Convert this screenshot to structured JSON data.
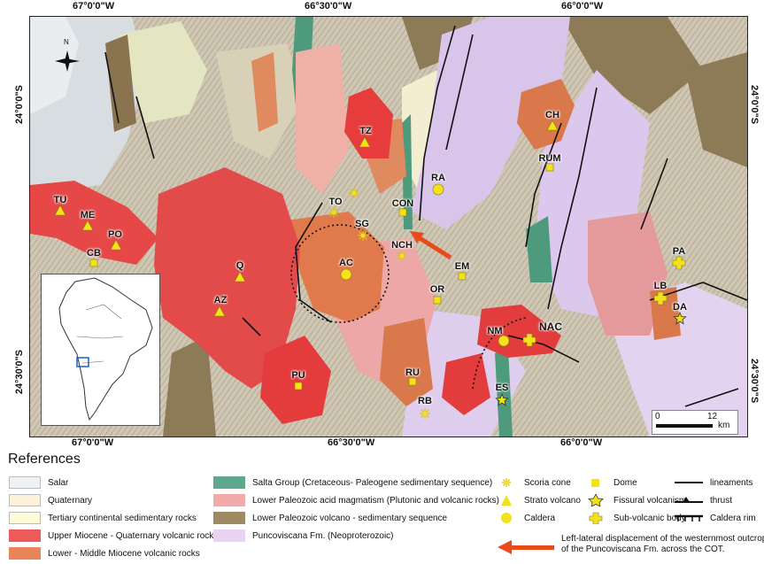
{
  "coords": {
    "top": [
      "67°0'0\"W",
      "66°30'0\"W",
      "66°0'0\"W"
    ],
    "bottom": [
      "67°0'0\"W",
      "66°30'0\"W",
      "66°0'0\"W"
    ],
    "left": [
      "24°0'0\"S",
      "24°30'0\"S"
    ],
    "right": [
      "24°0'0\"S",
      "24°30'0\"S"
    ]
  },
  "map": {
    "north_label": "N",
    "labels": {
      "TU": "TU",
      "ME": "ME",
      "PO": "PO",
      "CB": "CB",
      "Q": "Q",
      "AZ": "AZ",
      "TZ": "TZ",
      "TO": "TO",
      "SG": "SG",
      "CON": "CON",
      "NCH": "NCH",
      "AC": "AC",
      "RA": "RA",
      "EM": "EM",
      "OR": "OR",
      "CH": "CH",
      "RUM": "RUM",
      "PA": "PA",
      "LB": "LB",
      "DA": "DA",
      "NM": "NM",
      "NAC": "NAC",
      "PU": "PU",
      "RU": "RU",
      "RB": "RB",
      "ES": "ES"
    },
    "scale": {
      "start": "0",
      "end": "12",
      "unit": "km"
    }
  },
  "references": {
    "title": "References",
    "col1": [
      "Salar",
      "Quaternary",
      "Tertiary continental sedimentary rocks",
      "Upper Miocene - Quaternary volcanic rocks",
      "Lower - Middle Miocene  volcanic rocks"
    ],
    "col2": [
      "Salta Group (Cretaceous- Paleogene sedimentary sequence)",
      "Lower Paleozoic acid magmatism (Plutonic and volcanic rocks)",
      "Lower Paleozoic volcano - sedimentary sequence",
      "Puncoviscana Fm. (Neoproterozoic)"
    ],
    "col3": [
      "Scoria cone",
      "Strato volcano",
      "Caldera"
    ],
    "col4": [
      "Dome",
      "Fissural volcanism",
      "Sub-volcanic body"
    ],
    "col5": [
      "lineaments",
      "thrust",
      "Caldera rim"
    ],
    "arrow_note_1": "Left-lateral displacement of the westernmost outcrops",
    "arrow_note_2": "of the Puncoviscana Fm. across the COT.",
    "colors": {
      "salar": "#eef2f4",
      "quaternary": "#fdf0d8",
      "tertiary": "#fefcd8",
      "upper_miocene": "#ee5a5a",
      "lower_miocene": "#e8865a",
      "salta": "#5fa88c",
      "paleozoic_acid": "#f2aaaa",
      "paleozoic_volc": "#9e8a62",
      "puncoviscana": "#e8d4f2",
      "symbol_yellow": "#f2e21a",
      "arrow_red": "#e84a1a"
    }
  }
}
